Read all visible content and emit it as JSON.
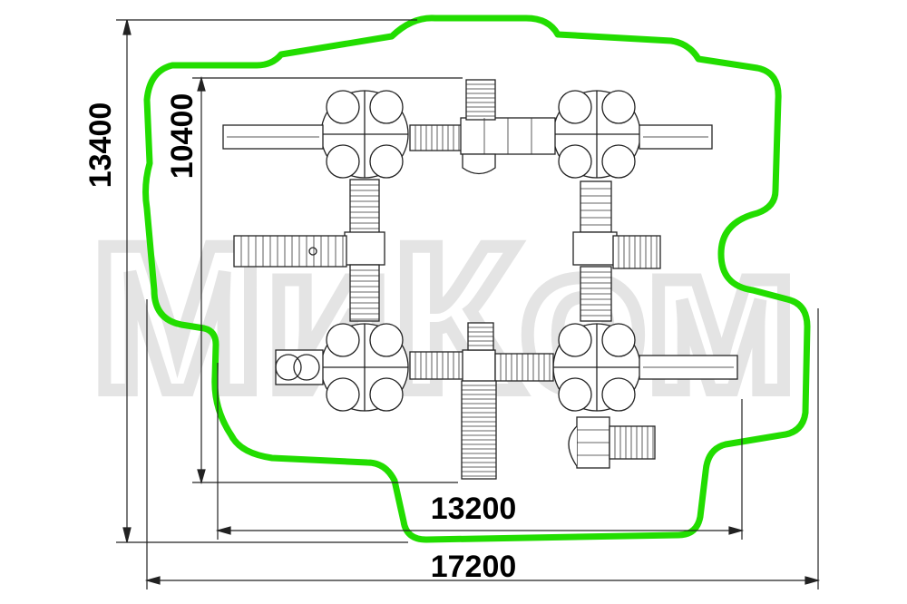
{
  "drawing": {
    "watermark_text": "МиКом",
    "dimensions": {
      "outer_height": "13400",
      "inner_height": "10400",
      "inner_width": "13200",
      "outer_width": "17200"
    },
    "colors": {
      "safety_zone": "#22dd00",
      "lines": "#222222",
      "watermark": "#d9d9d9",
      "background": "#ffffff"
    }
  }
}
